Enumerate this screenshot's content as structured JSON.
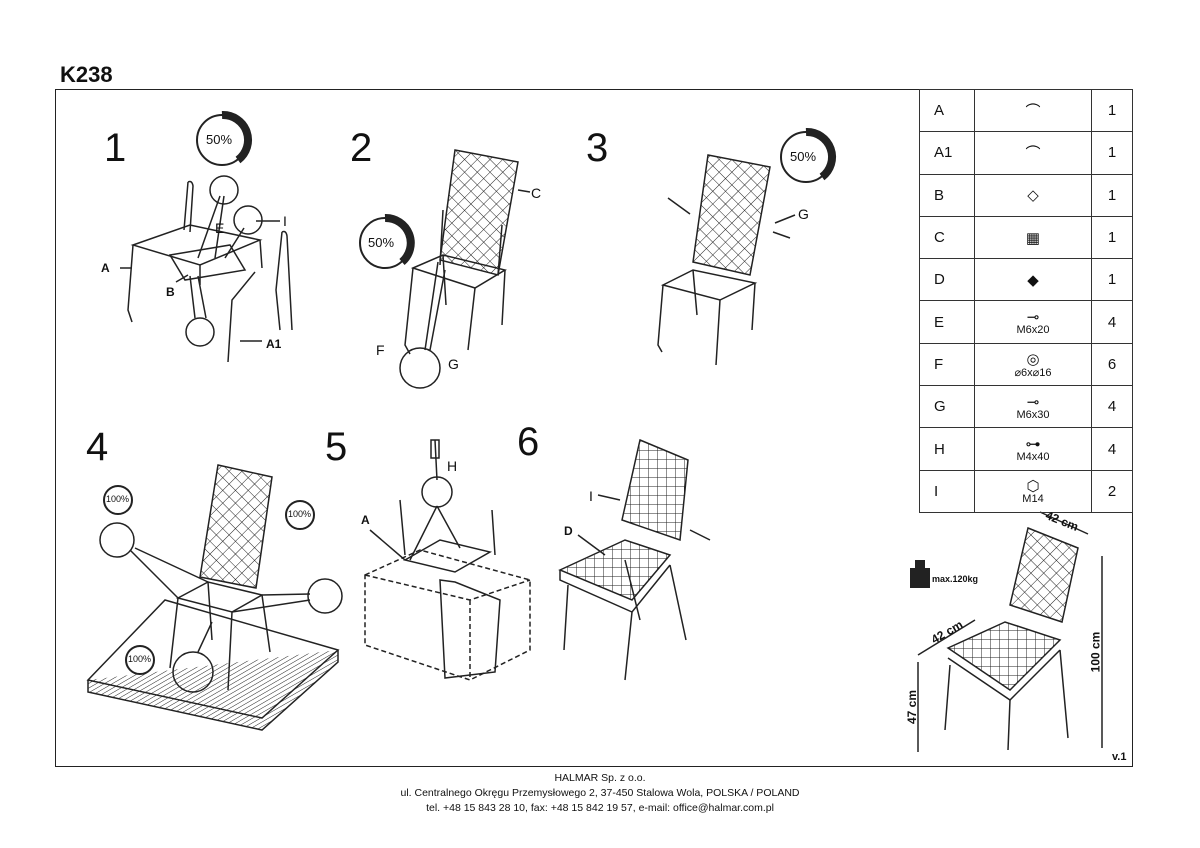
{
  "title": "K238",
  "steps": [
    "1",
    "2",
    "3",
    "4",
    "5",
    "6"
  ],
  "callouts": {
    "s1": {
      "A": "A",
      "B": "B",
      "E": "E",
      "I": "I",
      "A1": "A1",
      "rot": "50%"
    },
    "s2": {
      "C": "C",
      "F": "F",
      "G": "G",
      "rot": "50%"
    },
    "s3": {
      "G": "G",
      "rot": "50%"
    },
    "s4": {
      "rot_a": "100%",
      "rot_b": "100%",
      "rot_c": "100%"
    },
    "s5": {
      "A": "A",
      "H": "H"
    },
    "s6": {
      "I": "I",
      "D": "D"
    }
  },
  "parts": [
    {
      "key": "A",
      "desc": "",
      "qty": "1",
      "icon": "leg-frame-icon"
    },
    {
      "key": "A1",
      "desc": "",
      "qty": "1",
      "icon": "leg-frame-icon"
    },
    {
      "key": "B",
      "desc": "",
      "qty": "1",
      "icon": "seat-frame-icon"
    },
    {
      "key": "C",
      "desc": "",
      "qty": "1",
      "icon": "backrest-icon"
    },
    {
      "key": "D",
      "desc": "",
      "qty": "1",
      "icon": "seat-cushion-icon"
    },
    {
      "key": "E",
      "desc": "M6x20",
      "qty": "4",
      "icon": "bolt-icon"
    },
    {
      "key": "F",
      "desc": "⌀6x⌀16",
      "qty": "6",
      "icon": "washer-icon"
    },
    {
      "key": "G",
      "desc": "M6x30",
      "qty": "4",
      "icon": "bolt-icon"
    },
    {
      "key": "H",
      "desc": "M4x40",
      "qty": "4",
      "icon": "screw-icon"
    },
    {
      "key": "I",
      "desc": "M14",
      "qty": "2",
      "icon": "cap-icon"
    }
  ],
  "dimensions": {
    "depth": "42 cm",
    "width": "42 cm",
    "height": "100 cm",
    "seat": "47 cm",
    "max_load": "max.120kg",
    "version": "v.1"
  },
  "footer": {
    "company": "HALMAR Sp. z o.o.",
    "address": "ul. Centralnego Okręgu Przemysłowego 2, 37-450 Stalowa Wola, POLSKA / POLAND",
    "contact": "tel. +48 15 843 28 10, fax: +48 15 842 19 57, e-mail: office@halmar.com.pl"
  }
}
